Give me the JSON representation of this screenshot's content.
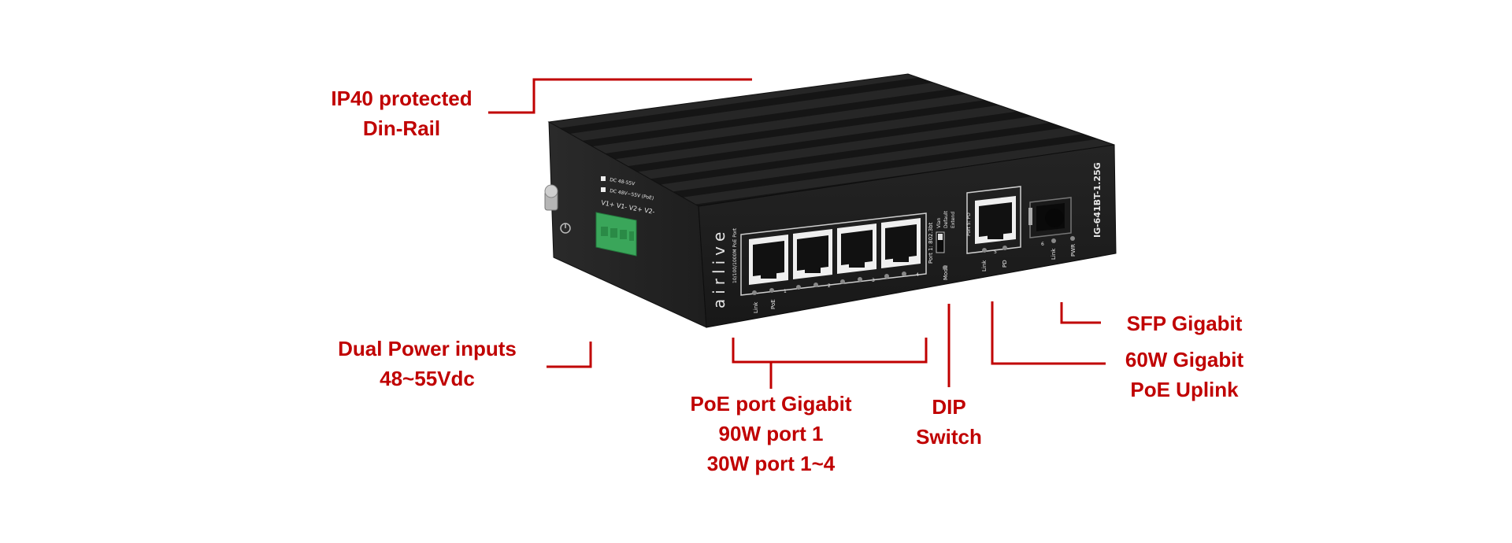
{
  "colors": {
    "callout": "#c00000",
    "housing": "#1c1c1c",
    "terminal": "#3aa65a"
  },
  "device": {
    "brand": "airlive",
    "model": "IG-641BT-1.25G",
    "port_group_label": "Port 1: 802.3bt",
    "port_speed_label": "10/100/1000M PoE Port",
    "port_numbers": [
      "1",
      "2",
      "3",
      "4"
    ],
    "uplink_label": "Port 5: PD",
    "uplink_number": "5",
    "sfp_number": "6",
    "led_link": "Link",
    "led_poe": "PoE",
    "led_pd": "PD",
    "led_pwr": "PWR",
    "dip_mode": "Mode",
    "dip_options": [
      "Vlan",
      "Default",
      "Extend"
    ],
    "terminal_labels": "V1+ V1- V2+ V2-",
    "power_note_1": "DC 48-55V",
    "power_note_2": "DC 48V~55V (PoE)"
  },
  "callouts": {
    "ip40": [
      "IP40 protected",
      "Din-Rail"
    ],
    "power": [
      "Dual Power inputs",
      "48~55Vdc"
    ],
    "poe": [
      "PoE port Gigabit",
      "90W port 1",
      "30W port 1~4"
    ],
    "dip": [
      "DIP",
      "Switch"
    ],
    "sfp": [
      "SFP Gigabit"
    ],
    "uplink": [
      "60W Gigabit",
      "PoE Uplink"
    ]
  }
}
